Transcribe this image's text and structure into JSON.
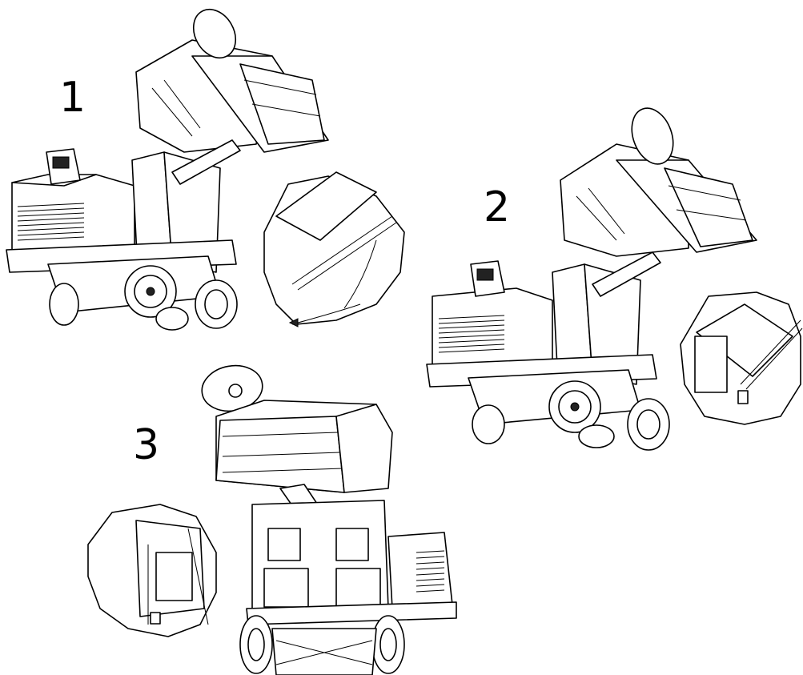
{
  "steps": [
    {
      "number": "1",
      "view": "tilting-head-raised-with-detail"
    },
    {
      "number": "2",
      "view": "tilting-head-raised-alt-with-detail"
    },
    {
      "number": "3",
      "view": "rear-view-with-detail"
    }
  ],
  "colors": {
    "line": "#000000",
    "background": "#ffffff"
  }
}
